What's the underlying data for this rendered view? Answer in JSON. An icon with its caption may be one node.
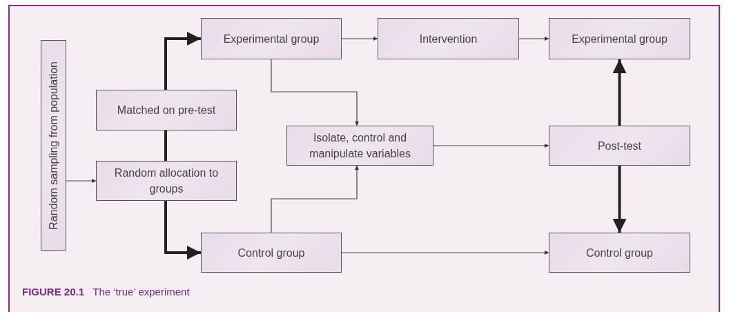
{
  "diagram": {
    "caption": "**FIGURE 20.1**   The ‘true’ experiment",
    "nodes": [
      {
        "text": [
          "Random sampling from population"
        ]
      },
      {
        "text": [
          "Matched on pre-test"
        ]
      },
      {
        "text": [
          "Random allocation to groups"
        ]
      },
      {
        "text": [
          "Experimental group"
        ]
      },
      {
        "text": [
          "Intervention"
        ]
      },
      {
        "text": [
          "Experimental group"
        ]
      },
      {
        "text": [
          "Isolate, control and manipulate variables"
        ]
      },
      {
        "text": [
          "Post-test"
        ]
      },
      {
        "text": [
          "Control group"
        ]
      },
      {
        "text": [
          "Control group"
        ]
      }
    ],
    "edges": [
      {
        "from": 0,
        "to": 2,
        "arrow": "to"
      },
      {
        "from": 2,
        "to": 1,
        "arrow": "none",
        "style": "thick"
      },
      {
        "from": 1,
        "to": 3,
        "arrow": "to",
        "style": "thick"
      },
      {
        "from": 2,
        "to": 8,
        "arrow": "to",
        "style": "thick"
      },
      {
        "from": 3,
        "to": 4,
        "arrow": "to"
      },
      {
        "from": 4,
        "to": 5,
        "arrow": "to"
      },
      {
        "from": 3,
        "to": 6,
        "arrow": "to"
      },
      {
        "from": 8,
        "to": 6,
        "arrow": "to"
      },
      {
        "from": 6,
        "to": 7,
        "arrow": "to"
      },
      {
        "from": 8,
        "to": 9,
        "arrow": "to"
      },
      {
        "from": 7,
        "to": 5,
        "arrow": "to",
        "style": "thick"
      },
      {
        "from": 7,
        "to": 9,
        "arrow": "to",
        "style": "thick"
      }
    ]
  }
}
